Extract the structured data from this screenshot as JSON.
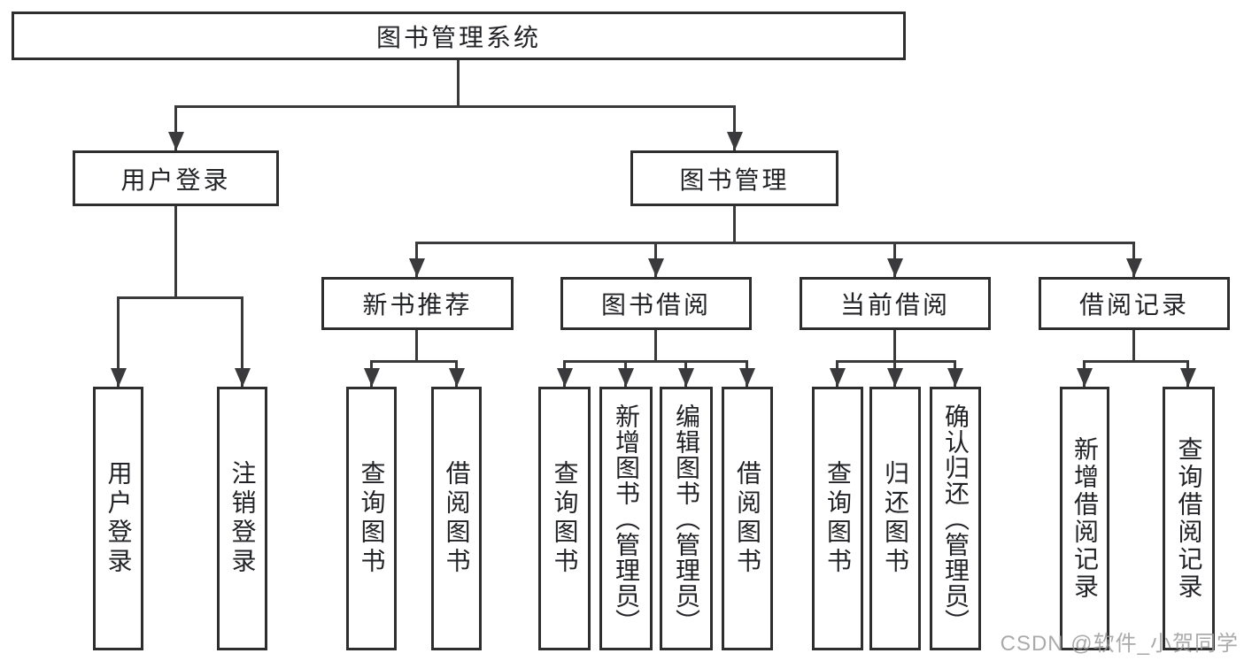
{
  "root": "图书管理系统",
  "level2": [
    "用户登录",
    "图书管理"
  ],
  "level3": [
    "新书推荐",
    "图书借阅",
    "当前借阅",
    "借阅记录"
  ],
  "level4": {
    "user_login": [
      "用户登录",
      "注销登录"
    ],
    "new_book_recommend": [
      "查询图书",
      "借阅图书"
    ],
    "book_borrow": [
      "查询图书",
      "新增图书（管理员）",
      "编辑图书（管理员）",
      "借阅图书"
    ],
    "current_borrow": [
      "查询图书",
      "归还图书",
      "确认归还（管理员）"
    ],
    "borrow_record": [
      "新增借阅记录",
      "查询借阅记录"
    ]
  },
  "watermark": "CSDN @软件_小贺同学",
  "colors": {
    "background": "#ffffff",
    "line": "#3a3a3c",
    "box_border": "#2e2e2e",
    "text": "#222326",
    "watermark": "#9b9b9e"
  }
}
